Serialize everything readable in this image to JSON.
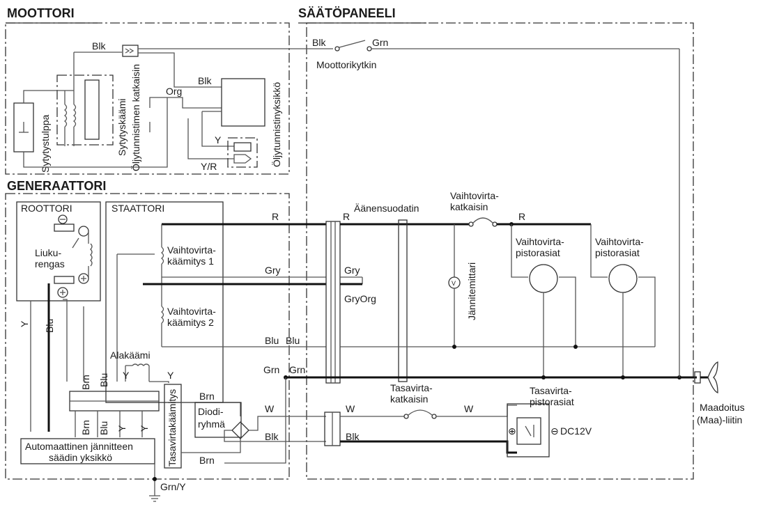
{
  "sections": {
    "engine": "MOOTTORI",
    "generator": "GENERAATTORI",
    "control_panel": "SÄÄTÖPANEELI"
  },
  "engine": {
    "spark_plug": "Sytytystulppa",
    "ignition_coil": "Sytytyskäämi",
    "oil_switch": "Öljytunnistimen katkaisin",
    "oil_unit": "Öljytunnistinyksikkö"
  },
  "generator": {
    "rotor": "ROOTTORI",
    "stator": "STAATTORI",
    "slip_ring_1": "Liuku-",
    "slip_ring_2": "rengas",
    "ac_winding1_1": "Vaihtovirta-",
    "ac_winding1_2": "käämitys 1",
    "ac_winding2_1": "Vaihtovirta-",
    "ac_winding2_2": "käämitys 2",
    "sub_winding": "Alakäämi",
    "dc_winding": "Tasavirtakäämitys",
    "diode_1": "Diodi-",
    "diode_2": "ryhmä",
    "avr_1": "Automaattinen jännitteen",
    "avr_2": "säädin yksikkö"
  },
  "panel": {
    "engine_switch": "Moottorikytkin",
    "noise_filter": "Äänensuodatin",
    "ac_breaker_1": "Vaihtovirta-",
    "ac_breaker_2": "katkaisin",
    "voltmeter": "Jännitemittari",
    "ac_outlets_1": "Vaihtovirta-",
    "ac_outlets_2": "pistorasiat",
    "dc_breaker_1": "Tasavirta-",
    "dc_breaker_2": "katkaisin",
    "dc_outlets_1": "Tasavirta-",
    "dc_outlets_2": "pistorasiat",
    "dc_voltage": "DC12V",
    "ground_1": "Maadoitus",
    "ground_2": "(Maa)-liitin"
  },
  "wires": {
    "blk": "Blk",
    "grn": "Grn",
    "org": "Org",
    "y": "Y",
    "yr": "Y/R",
    "r": "R",
    "gry": "Gry",
    "gryorg": "GryOrg",
    "blu": "Blu",
    "brn": "Brn",
    "w": "W",
    "grny": "Grn/Y"
  },
  "symbols": {
    "plus": "⊕",
    "minus": "⊖",
    "v": "V"
  }
}
